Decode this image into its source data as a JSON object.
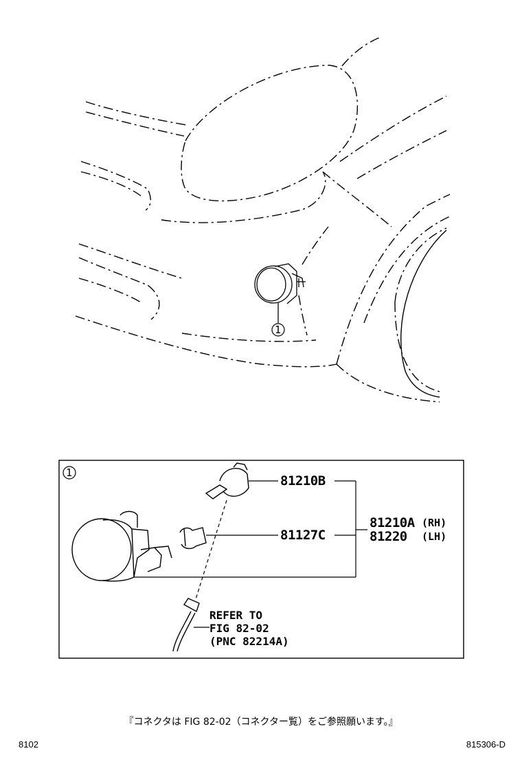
{
  "callout_marker": "1",
  "callout_box_marker": "1",
  "parts": {
    "bulb": "81210B",
    "socket": "81127C",
    "assy_rh": "81210A",
    "assy_rh_side": "(RH)",
    "assy_lh": "81220",
    "assy_lh_side": "(LH)"
  },
  "refer": {
    "line1": "REFER TO",
    "line2": "FIG 82-02",
    "line3": "(PNC 82214A)"
  },
  "note": "『コネクタは FIG 82-02（コネクター覧）をご参照願います。』",
  "footer": {
    "left": "8102",
    "right": "815306-D"
  }
}
